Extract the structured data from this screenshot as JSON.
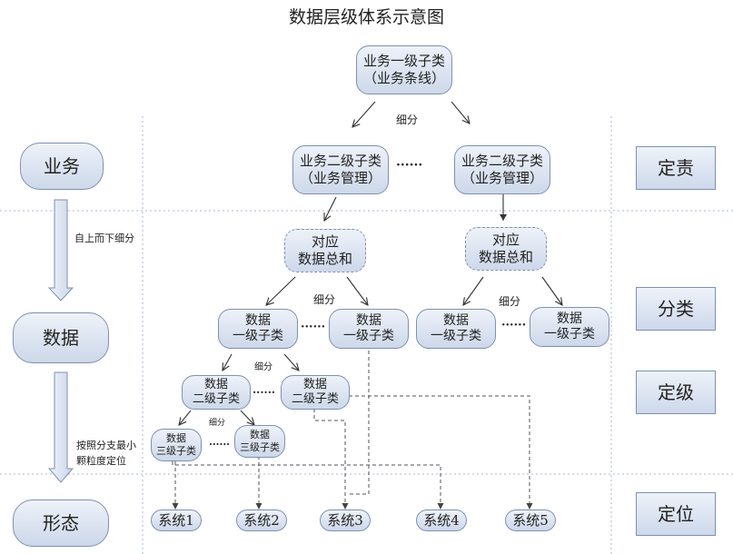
{
  "title": "数据层级体系示意图",
  "left_layers": [
    "业务",
    "数据",
    "形态"
  ],
  "right_stages": [
    "定责",
    "分类",
    "定级",
    "定位"
  ],
  "business": {
    "level1": [
      "业务一级子类",
      "（业务条线）"
    ],
    "level2_left": [
      "业务二级子类",
      "（业务管理）"
    ],
    "level2_right": [
      "业务二级子类",
      "（业务管理）"
    ]
  },
  "totals": {
    "left": [
      "对应",
      "数据总和"
    ],
    "right": [
      "对应",
      "数据总和"
    ]
  },
  "data_level1": {
    "a": [
      "数据",
      "一级子类"
    ],
    "b": [
      "数据",
      "一级子类"
    ],
    "c": [
      "数据",
      "一级子类"
    ],
    "d": [
      "数据",
      "一级子类"
    ]
  },
  "data_level2": {
    "a": [
      "数据",
      "二级子类"
    ],
    "b": [
      "数据",
      "二级子类"
    ]
  },
  "data_level3": {
    "a": [
      "数据",
      "三级子类"
    ],
    "b": [
      "数据",
      "三级子类"
    ]
  },
  "systems": [
    "系统1",
    "系统2",
    "系统3",
    "系统4",
    "系统5"
  ],
  "labels": {
    "refine_top": "细分",
    "refine_l1_left": "细分",
    "refine_l1_right": "细分",
    "refine_l2": "细分",
    "refine_l3": "细分",
    "top_down": "自上而下细分",
    "branch_note": [
      "按照分支最小",
      "颗粒度定位"
    ],
    "ellipsis": "······"
  },
  "colors": {
    "box_fill_top": "#eef2f9",
    "box_fill_bottom": "#cdd8ea",
    "box_border": "#7f90b2",
    "guide_line": "#a9b7d3",
    "connector": "#444444"
  }
}
